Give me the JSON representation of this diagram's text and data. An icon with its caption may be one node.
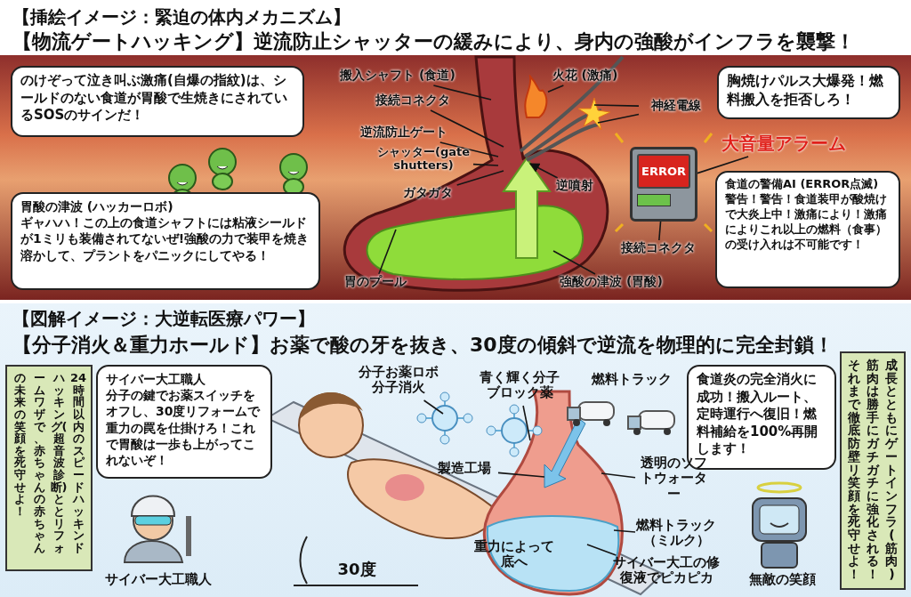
{
  "diagram": {
    "nodes": [
      {
        "text": [
          "【挿絵イメージ：緊迫の体内メカニズム】",
          "【物流ゲートハッキング】逆流防止シャッターの緩みにより、身内の強酸がインフラを襲撃！"
        ]
      },
      {
        "text": [
          "のけぞって泣き叫ぶ激痛(自爆の指紋)は、シールドのない食道が胃酸で生焼きにされているSOSのサインだ！"
        ],
        "in": 0
      },
      {
        "text": [
          "搬入シャフト (食道)"
        ],
        "in": 0
      },
      {
        "text": [
          "火花 (激痛)"
        ],
        "in": 0
      },
      {
        "text": [
          "胸焼けパルス大爆発！燃料搬入を拒否しろ！"
        ],
        "in": 0
      },
      {
        "text": [
          "接続コネクタ"
        ],
        "in": 0
      },
      {
        "text": [
          "神経電線"
        ],
        "in": 0
      },
      {
        "text": [
          "逆流防止ゲート"
        ],
        "in": 0
      },
      {
        "text": [
          "シャッター(gate shutters)"
        ],
        "in": 0
      },
      {
        "text": [
          "大音量アラーム"
        ],
        "in": 0
      },
      {
        "text": [
          "ガタガタ"
        ],
        "in": 0
      },
      {
        "text": [
          "逆噴射"
        ],
        "in": 0
      },
      {
        "text": [
          "ERROR"
        ],
        "in": 0
      },
      {
        "text": [
          "胃酸の津波 (ハッカーロボ)",
          "ギャハハ！この上の食道シャフトには粘液シールドが1ミリも装備されてないぜ!強酸の力で装甲を焼き溶かして、プラントをパニックにしてやる！"
        ],
        "in": 0
      },
      {
        "text": [
          "食道の警備AI (ERROR点滅)",
          "警告！警告！食道装甲が酸焼けで大炎上中！激痛により！激痛によりこれ以上の燃料（食事）の受け入れは不可能です！"
        ],
        "in": 0
      },
      {
        "text": [
          "接続コネクタ"
        ],
        "in": 0
      },
      {
        "text": [
          "胃のプール"
        ],
        "in": 0
      },
      {
        "text": [
          "強酸の津波 (胃酸)"
        ],
        "in": 0
      },
      {
        "text": [
          "【図解イメージ：大逆転医療パワー】",
          "【分子消火＆重力ホールド】お薬で酸の牙を抜き、30度の傾斜で逆流を物理的に完全封鎖！"
        ]
      },
      {
        "text": [
          "24時間以内のスピードハッキンドハッキング(超音波診断)ととリフォームワザで、赤ちゃんの赤ちゃんの未来の笑顔を死守せよ！"
        ],
        "in": 18
      },
      {
        "text": [
          "サイバー大工職人",
          "分子の鍵でお薬スイッチをオフし、30度リフォームで重力の罠を仕掛けろ！これで胃酸は一歩も上がってこれないぞ！"
        ],
        "in": 18
      },
      {
        "text": [
          "分子お薬ロボ分子消火"
        ],
        "in": 18
      },
      {
        "text": [
          "青く輝く分子ブロック薬"
        ],
        "in": 18
      },
      {
        "text": [
          "食道炎の完全消火に成功！搬入ルート、定時運行へ復旧！燃料補給を100%再開します！"
        ],
        "in": 18
      },
      {
        "text": [
          "成長とともにゲートインフラ(筋肉)筋肉は勝手にガチガチに強化される！それまで徹底防壁リ笑顔を死守せよ！"
        ],
        "in": 18
      },
      {
        "text": [
          "製造工場"
        ],
        "in": 18
      },
      {
        "text": [
          "透明のソフトウォーター"
        ],
        "in": 18
      },
      {
        "text": [
          "燃料トラック（ミルク）"
        ],
        "in": 18
      },
      {
        "text": [
          "サイバー大工の修復液でピカピカ"
        ],
        "in": 18
      },
      {
        "text": [],
        "shape": "picture",
        "in": 0
      }
    ],
    "edges": [
      {
        "from": 2,
        "to": null,
        "arrow": "none"
      },
      {
        "from": 3,
        "to": 29,
        "arrow": "none"
      },
      {
        "from": 5,
        "to": null,
        "arrow": "none"
      },
      {
        "from": 6,
        "to": null,
        "arrow": "none"
      },
      {
        "from": 6,
        "to": null,
        "arrow": "none"
      },
      {
        "from": 7,
        "to": null,
        "arrow": "none"
      },
      {
        "from": 8,
        "to": null,
        "arrow": "none"
      },
      {
        "from": 10,
        "to": null,
        "arrow": "none"
      },
      {
        "from": 11,
        "to": null,
        "arrow": "to"
      },
      {
        "from": 9,
        "to": 12,
        "arrow": "none"
      },
      {
        "from": 15,
        "to": 12,
        "arrow": "none"
      },
      {
        "from": 16,
        "to": null,
        "arrow": "none"
      },
      {
        "from": 17,
        "to": null,
        "arrow": "none"
      },
      {
        "from": 21,
        "to": null,
        "arrow": "none"
      },
      {
        "from": 22,
        "to": null,
        "arrow": "none"
      },
      {
        "from": 25,
        "to": null,
        "arrow": "none"
      },
      {
        "from": 26,
        "to": null,
        "arrow": "none"
      },
      {
        "from": 27,
        "to": null,
        "arrow": "none"
      },
      {
        "from": 28,
        "to": null,
        "arrow": "none"
      }
    ],
    "labels": [
      "燃料トラック",
      "重力によって底へ",
      "30度",
      "サイバー大工職人",
      "無敵の笑顔"
    ]
  }
}
